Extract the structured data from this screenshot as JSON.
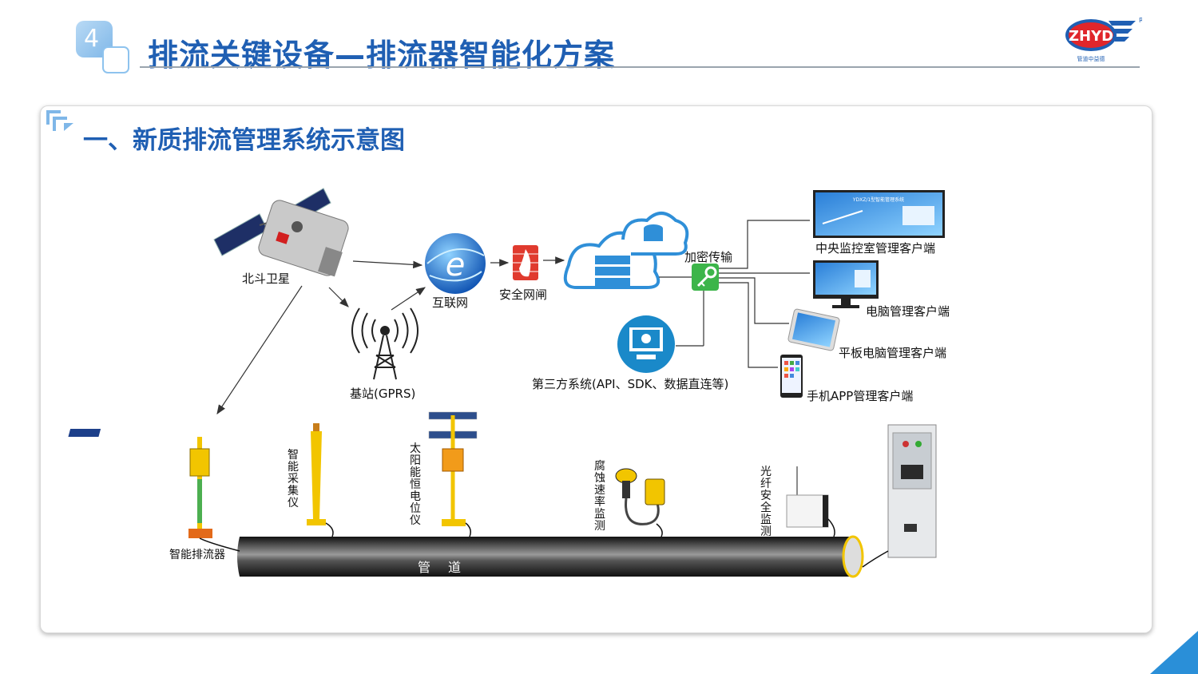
{
  "header": {
    "section_number": "4",
    "title": "排流关键设备—排流器智能化方案",
    "logo_text": "ZHYD",
    "logo_subtext": "管道中益德",
    "logo_mark": "R"
  },
  "section": {
    "heading": "一、新质排流管理系统示意图"
  },
  "diagram": {
    "satellite": "北斗卫星",
    "base_station": "基站(GPRS)",
    "internet": "互联网",
    "firewall": "安全网闸",
    "encrypt": "加密传输",
    "third_party": "第三方系统(API、SDK、数据直连等)",
    "clients": {
      "central": "中央监控室管理客户端",
      "pc": "电脑管理客户端",
      "tablet": "平板电脑管理客户端",
      "mobile": "手机APP管理客户端"
    },
    "devices": {
      "drainer": "智能排流器",
      "collector": "智能采集仪",
      "solar": "太阳能恒电位仪",
      "corrosion": "腐蚀速率监测",
      "fiber": "光纤安全监测"
    },
    "pipeline": "管道",
    "screen_caption": "YDXZ/1型智能管理系统"
  },
  "colors": {
    "title_blue": "#1f5fb3",
    "globe_blue": "#1c6fd1",
    "firewall_red": "#e03a2e",
    "cloud_blue": "#2f8fd8",
    "key_green": "#3cb54a",
    "device_yellow": "#f2c500"
  }
}
